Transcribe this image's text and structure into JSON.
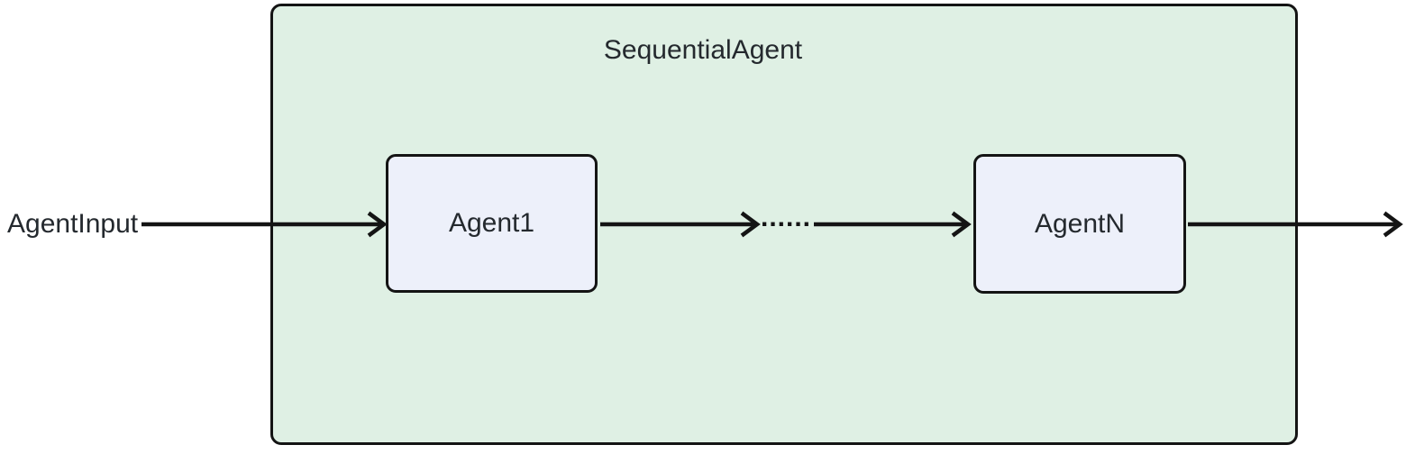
{
  "diagram": {
    "type": "flowchart",
    "container_title": "SequentialAgent",
    "input_label": "AgentInput",
    "nodes": [
      {
        "id": "agent1",
        "label": "Agent1"
      },
      {
        "id": "agentn",
        "label": "AgentN"
      }
    ],
    "edge_dots": "......",
    "edges": [
      {
        "from": "AgentInput",
        "to": "Agent1"
      },
      {
        "from": "Agent1",
        "to": "......"
      },
      {
        "from": "......",
        "to": "AgentN"
      },
      {
        "from": "AgentN",
        "to": "out"
      }
    ],
    "colors": {
      "background": "#ffffff",
      "container_fill": "#dff0e4",
      "container_border": "#141414",
      "node_fill": "#edf0fa",
      "node_border": "#141414",
      "arrow": "#141414",
      "text": "#24292e"
    }
  }
}
